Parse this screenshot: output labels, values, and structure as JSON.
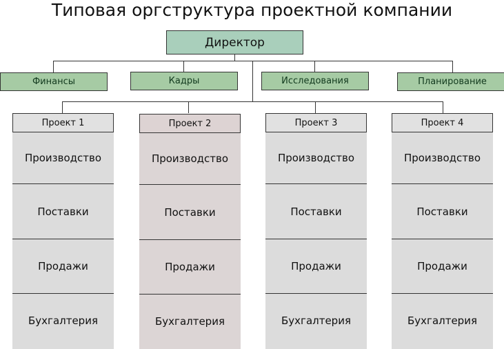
{
  "diagram": {
    "title": "Типовая оргструктура проектной компании",
    "director": "Директор",
    "departments": [
      "Финансы",
      "Кадры",
      "Исследования",
      "Планирование"
    ],
    "projects": [
      "Проект 1",
      "Проект 2",
      "Проект 3",
      "Проект 4"
    ],
    "functions": [
      "Производство",
      "Поставки",
      "Продажи",
      "Бухгалтерия"
    ]
  }
}
